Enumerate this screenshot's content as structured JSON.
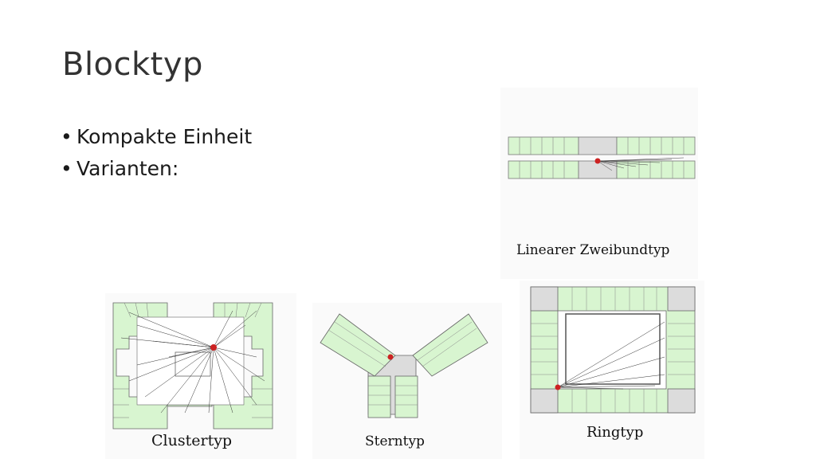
{
  "slide": {
    "title": "Blocktyp",
    "bullets": [
      "Kompakte Einheit",
      "Varianten:"
    ]
  },
  "figures": {
    "linear": {
      "caption": "Linearer Zweibundtyp"
    },
    "cluster": {
      "caption": "Clustertyp"
    },
    "star": {
      "caption": "Sterntyp"
    },
    "ring": {
      "caption": "Ringtyp"
    }
  },
  "colors": {
    "room_fill": "#d8f5d0",
    "core_fill": "#dcdcdc",
    "line": "#555555",
    "node": "#cc2222"
  }
}
